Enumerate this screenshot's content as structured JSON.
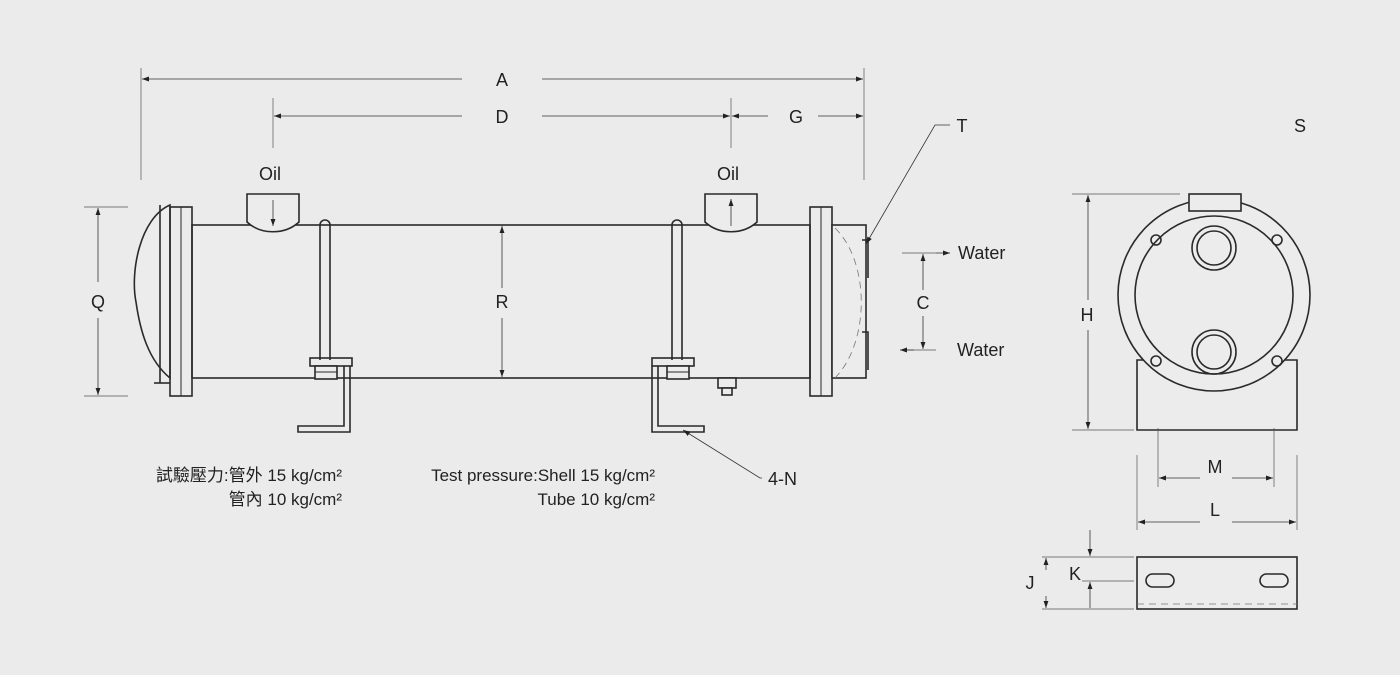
{
  "labels": {
    "A": "A",
    "D": "D",
    "G": "G",
    "T": "T",
    "S": "S",
    "Q": "Q",
    "R": "R",
    "C": "C",
    "H": "H",
    "M": "M",
    "L": "L",
    "J": "J",
    "K": "K",
    "bracket": "4-N",
    "oil_inlet": "Oil",
    "oil_outlet": "Oil",
    "water_top": "Water",
    "water_bottom": "Water"
  },
  "notes": {
    "jp_line1": "試驗壓力:管外 15 kg/cm²",
    "jp_line2": "管內 10 kg/cm²",
    "en_line1": "Test pressure:Shell 15 kg/cm²",
    "en_line2": "Tube 10 kg/cm²"
  }
}
